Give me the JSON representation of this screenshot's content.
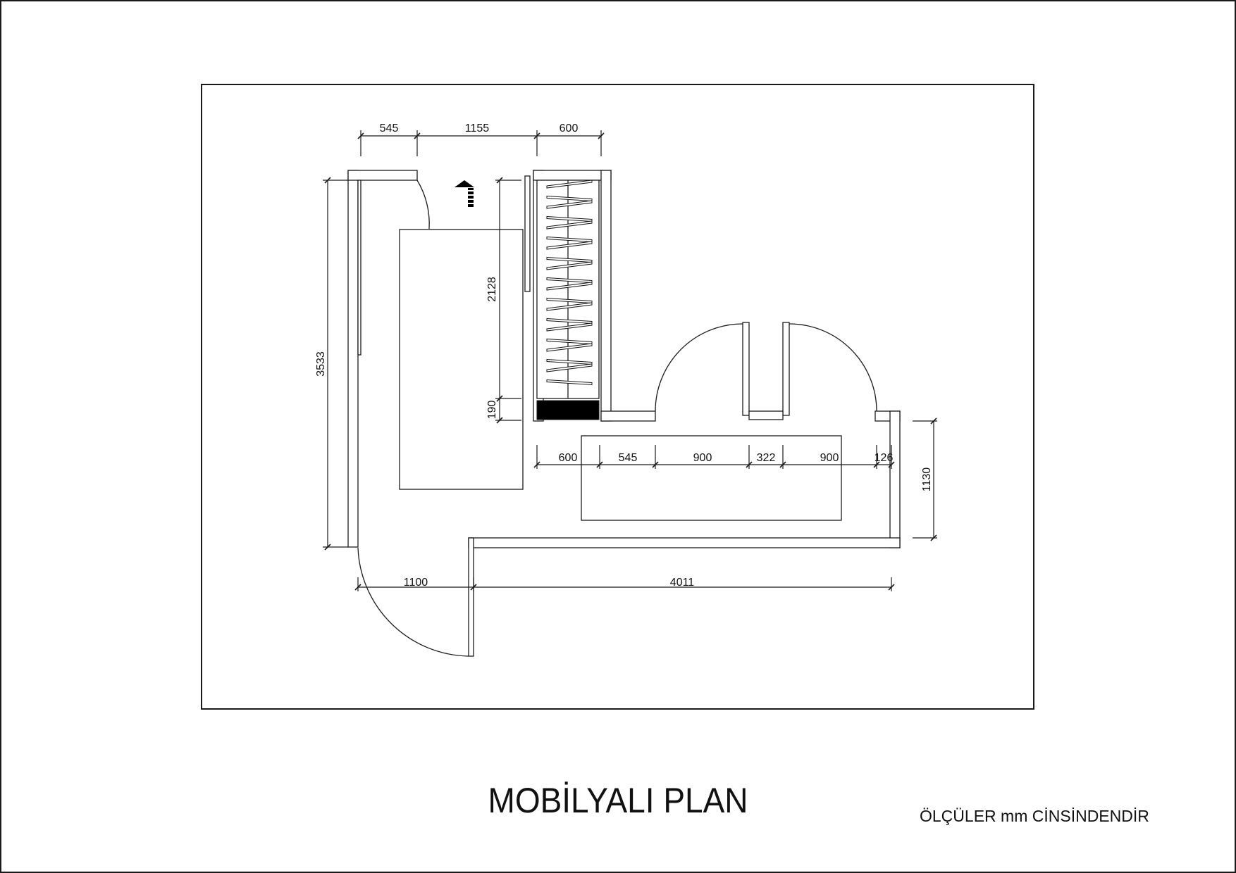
{
  "title": "MOBİLYALI PLAN",
  "units_note": "ÖLÇÜLER mm CİNSİNDENDİR",
  "colors": {
    "line": "#1a1a1a",
    "fill": "#000000",
    "paper": "#ffffff"
  },
  "icons": {
    "north_arrow": "up-arrow-icon"
  },
  "dimensions": {
    "top_1": "545",
    "top_2": "1155",
    "top_3": "600",
    "left_total": "3533",
    "wardrobe_height": "2128",
    "wardrobe_base": "190",
    "mid_1": "600",
    "mid_2": "545",
    "mid_3": "900",
    "mid_4": "322",
    "mid_5": "900",
    "mid_6": "126",
    "right_depth": "1130",
    "bottom_1": "1100",
    "bottom_2": "4011"
  }
}
